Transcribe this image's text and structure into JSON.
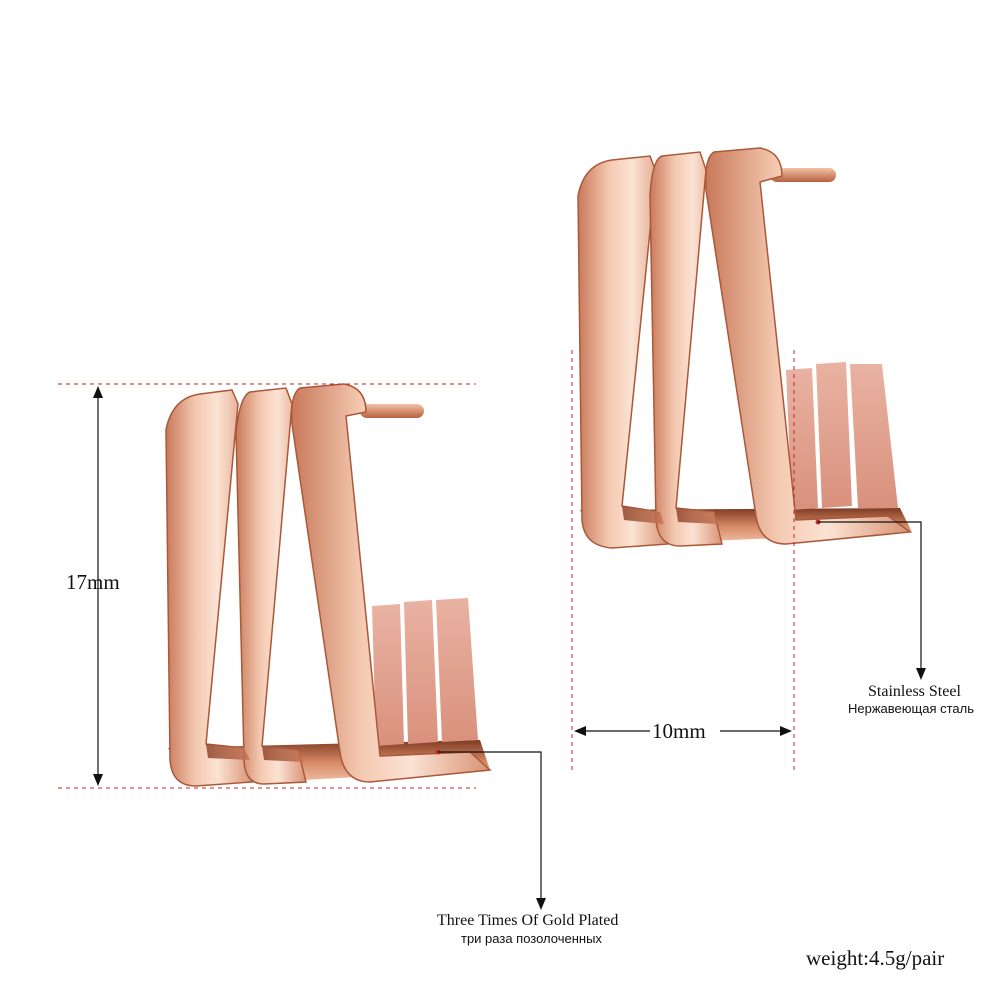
{
  "dimensions": {
    "height_label": "17mm",
    "width_label": "10mm"
  },
  "callouts": {
    "plating": {
      "title": "Three Times Of Gold Plated",
      "subtitle": "три раза позолоченных"
    },
    "material": {
      "title": "Stainless Steel",
      "subtitle": "Нержавеющая сталь"
    }
  },
  "weight_label": "weight:4.5g/pair",
  "colors": {
    "rose_gold_light": "#f6d2bd",
    "rose_gold_mid": "#e4a07d",
    "rose_gold_dark": "#b5623e",
    "guide_line": "#c0282d",
    "brushed_pink": "#e8a99a"
  }
}
